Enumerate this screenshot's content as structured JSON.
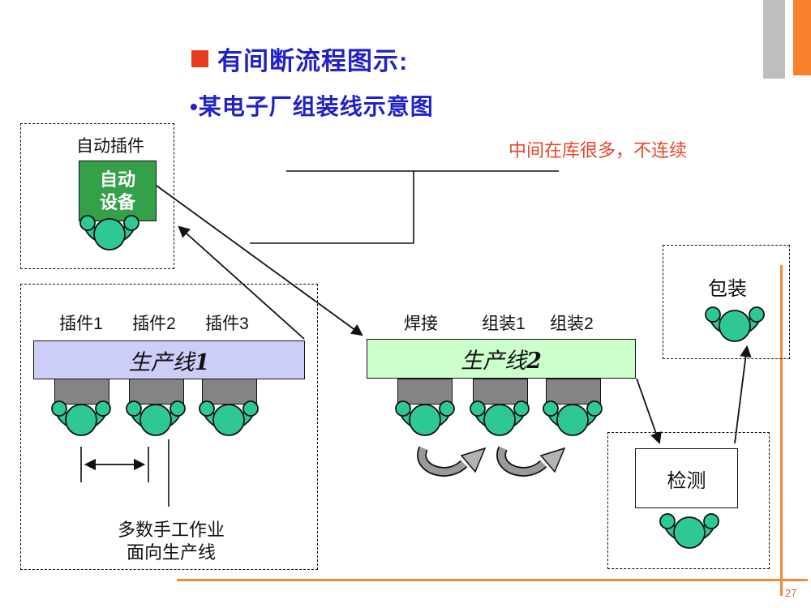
{
  "slide": {
    "title": "有间断流程图示:",
    "subtitle": "•某电子厂组装线示意图",
    "annotation": "中间在库很多，不连续",
    "page_number": "27"
  },
  "auto_station": {
    "label": "自动插件",
    "machine_line1": "自动",
    "machine_line2": "设备"
  },
  "line1": {
    "stations": [
      "插件1",
      "插件2",
      "插件3"
    ],
    "bar_label": "生产线",
    "bar_num": "1",
    "note_line1": "多数手工作业",
    "note_line2": "面向生产线"
  },
  "line2": {
    "stations": [
      "焊接",
      "组装1",
      "组装2"
    ],
    "bar_label": "生产线",
    "bar_num": "2"
  },
  "inspection": {
    "label": "检测"
  },
  "packing": {
    "label": "包装"
  },
  "colors": {
    "title_blue": "#2121C8",
    "bullet_red": "#E83A1E",
    "annotation_red": "#E5472B",
    "decor_orange": "#F9812D",
    "decor_line_orange": "#EE8A3C",
    "decor_gray": "#BEBEBE",
    "pagenum_color": "#E0604A",
    "machine_green": "#35A04A",
    "worker_teal": "#2EC893",
    "station_gray": "#848484",
    "line1_fill": "#CDCDFA",
    "line2_fill": "#CCFFCC"
  }
}
